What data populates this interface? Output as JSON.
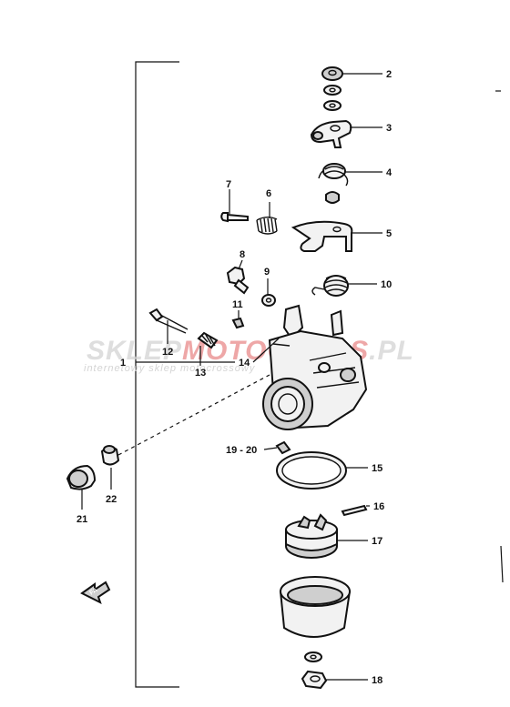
{
  "watermark": {
    "brand_grey_start": "SKLEP",
    "brand_red": "MOTOCROSS",
    "brand_grey_end": ".PL",
    "tagline": "internetowy sklep motocrossowy",
    "colors": {
      "grey": "#d3d3d3",
      "red": "#e88a8a"
    }
  },
  "callouts": {
    "c1": "1",
    "c2": "2",
    "c3": "3",
    "c4": "4",
    "c5": "5",
    "c6": "6",
    "c7": "7",
    "c8": "8",
    "c9": "9",
    "c10": "10",
    "c11": "11",
    "c12": "12",
    "c13": "13",
    "c14": "14",
    "c15": "15",
    "c16": "16",
    "c17": "17",
    "c18": "18",
    "c1920": "19 - 20",
    "c21": "21",
    "c22": "22"
  },
  "front_arrow": {
    "label": "FA",
    "icon": "front-direction-arrow-icon"
  }
}
